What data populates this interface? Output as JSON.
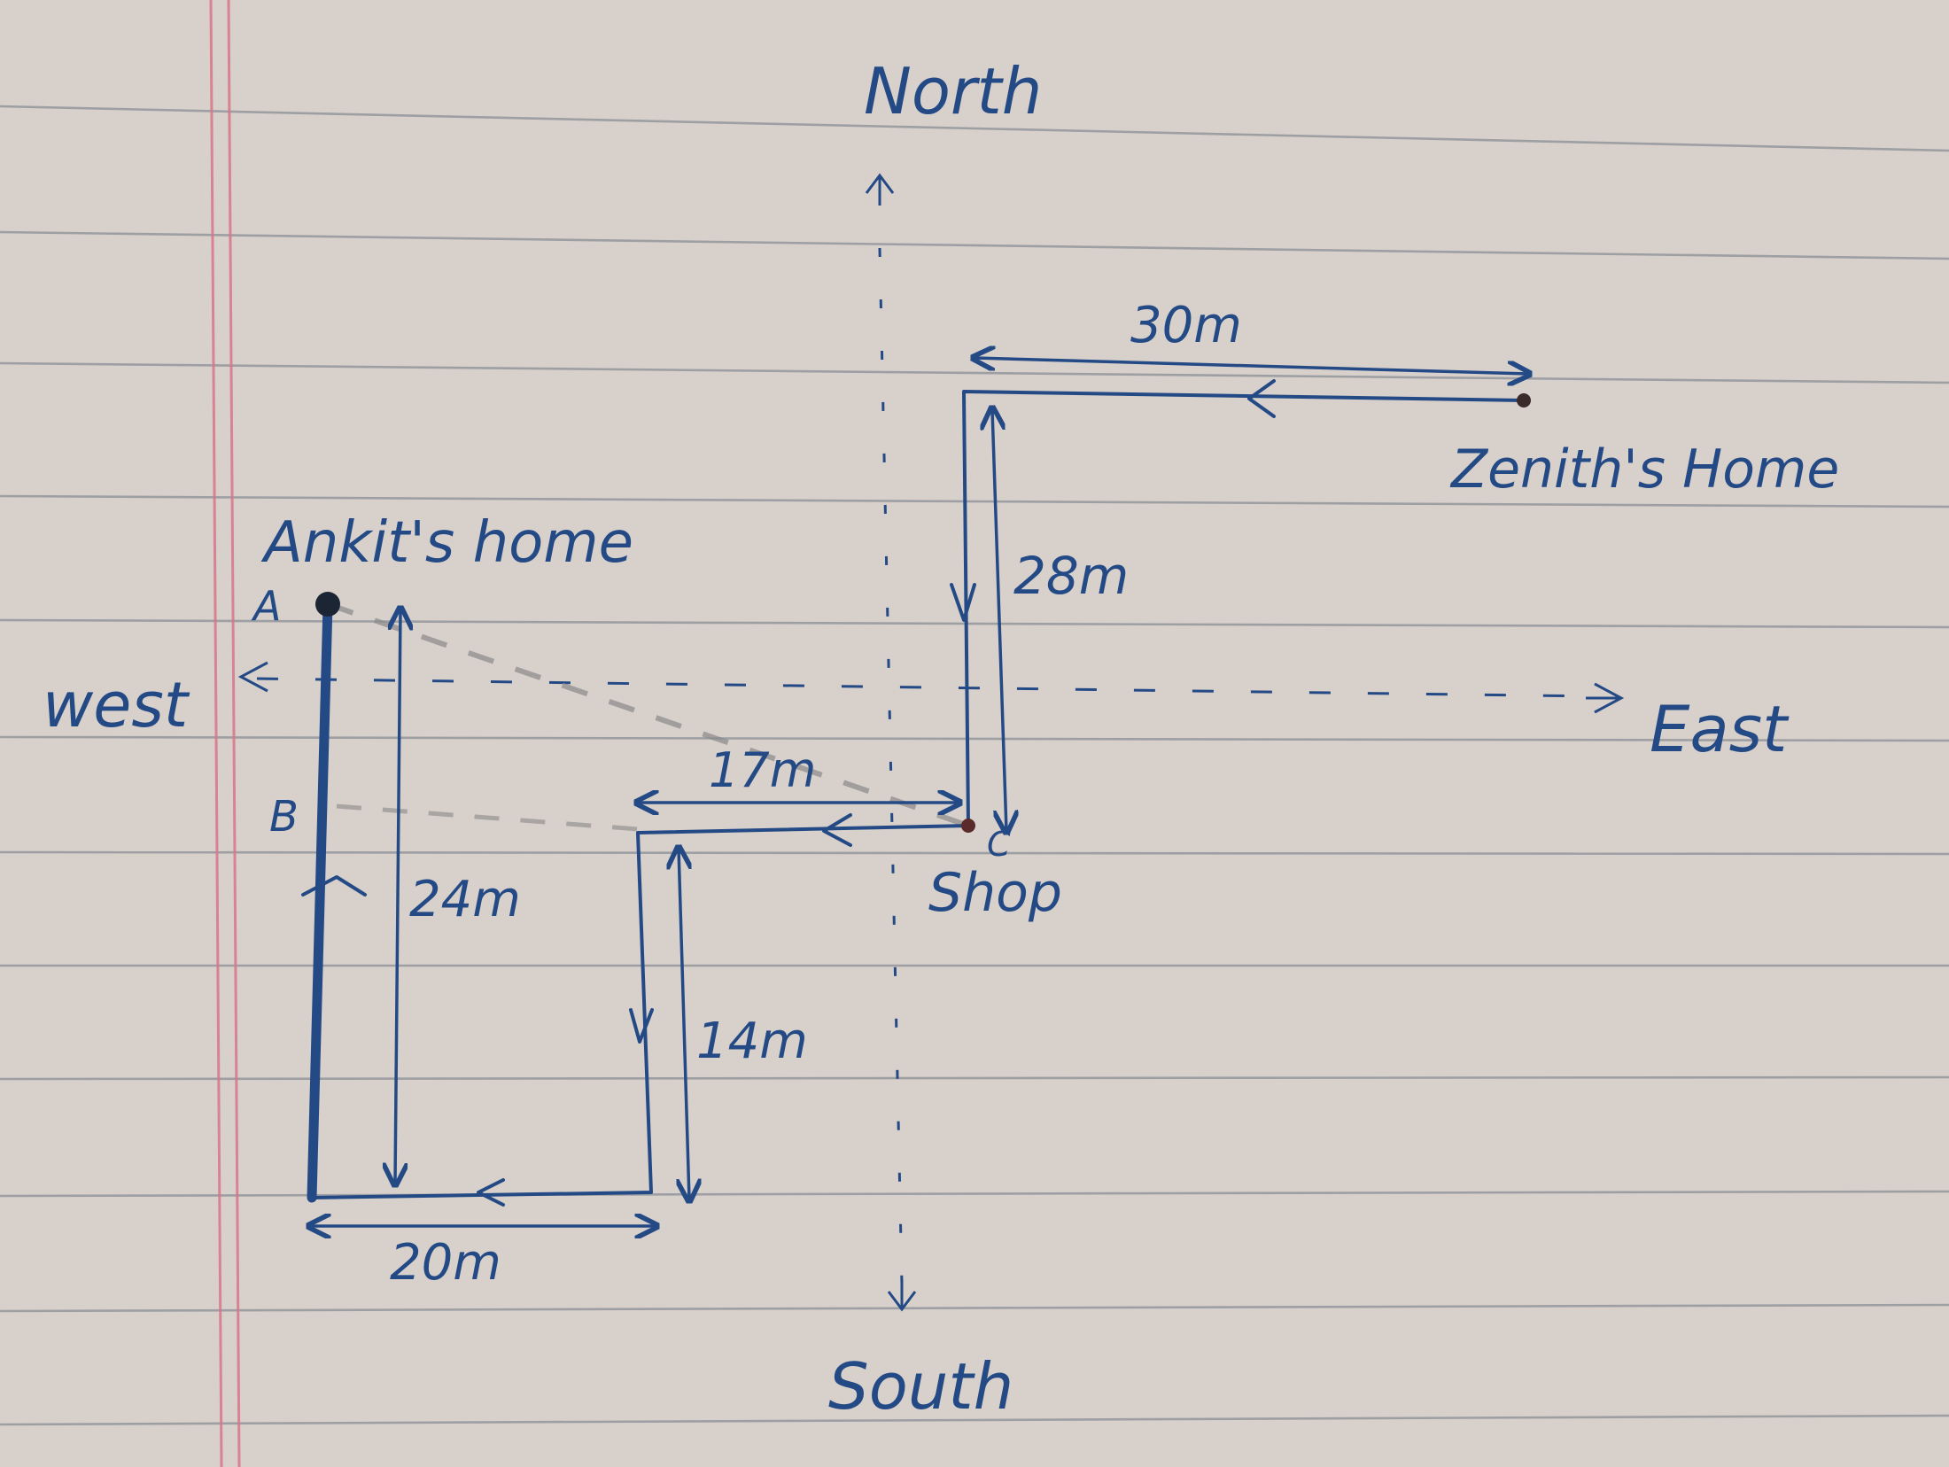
{
  "diagram": {
    "compass": {
      "north": "North",
      "south": "South",
      "east": "East",
      "west": "west"
    },
    "places": {
      "ankit_home": "Ankit's home",
      "zenith_home": "Zenith's Home",
      "shop": "Shop"
    },
    "points": {
      "a": "A",
      "b": "B",
      "c": "C"
    },
    "distances": {
      "top_30": "30m",
      "vertical_28": "28m",
      "middle_17": "17m",
      "vertical_24": "24m",
      "vertical_14": "14m",
      "bottom_20": "20m"
    }
  },
  "colors": {
    "ink": "#244a86",
    "dashed_path": "#8a8a8a",
    "paper": "#d8d0cb",
    "rule_lines": "#8a8f96",
    "margin_lines": "#d9768a"
  }
}
